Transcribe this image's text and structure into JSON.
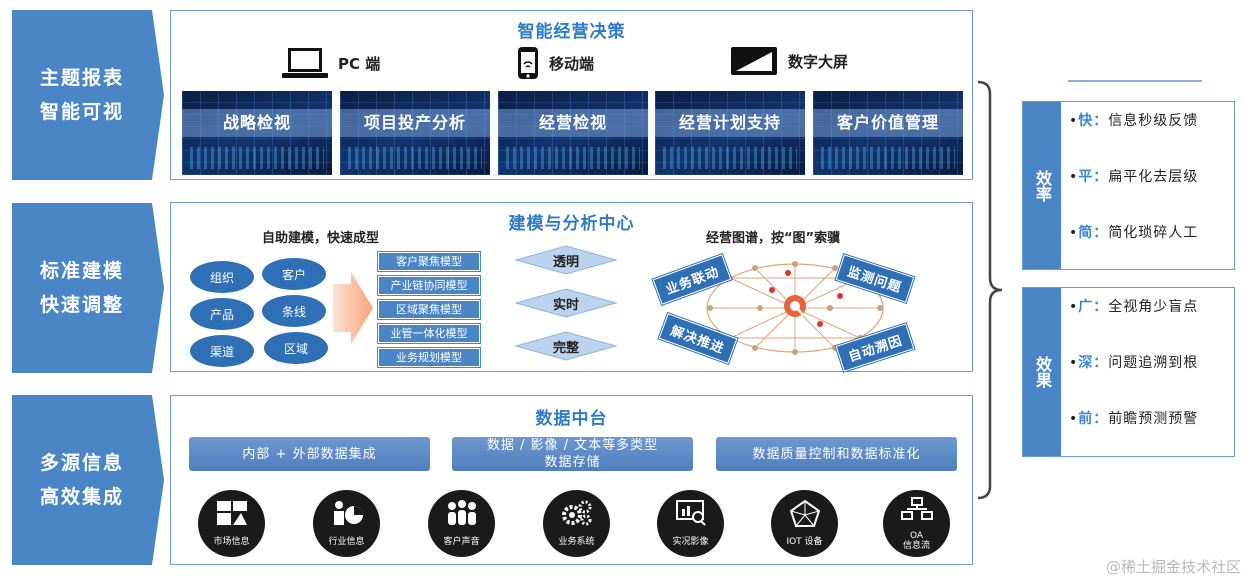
{
  "left_labels": [
    {
      "line1": "主题报表",
      "line2": "智能可视"
    },
    {
      "line1": "标准建模",
      "line2": "快速调整"
    },
    {
      "line1": "多源信息",
      "line2": "高效集成"
    }
  ],
  "top": {
    "title": "智能经营决策",
    "devices": [
      {
        "icon": "laptop-icon",
        "label": "PC 端"
      },
      {
        "icon": "smartphone-icon",
        "label": "移动端"
      },
      {
        "icon": "large-screen-icon",
        "label": "数字大屏"
      }
    ],
    "screens": [
      "战略检视",
      "项目投产分析",
      "经营检视",
      "经营计划支持",
      "客户价值管理"
    ]
  },
  "middle": {
    "title": "建模与分析中心",
    "self_modeling_title": "自助建模，快速成型",
    "dimensions": [
      "组织",
      "客户",
      "产品",
      "条线",
      "渠道",
      "区域"
    ],
    "models": [
      "客户聚焦模型",
      "产业链协同模型",
      "区域聚焦模型",
      "业管一体化模型",
      "业务规划模型"
    ],
    "attributes": [
      "透明",
      "实时",
      "完整"
    ],
    "graph_title": "经营图谱，按“图”索骥",
    "graph_tags": [
      "业务联动",
      "监测问题",
      "解决推进",
      "自动溯因"
    ]
  },
  "bottom": {
    "title": "数据中台",
    "bars": [
      {
        "line1": "内部 + 外部数据集成",
        "line2": ""
      },
      {
        "line1": "数据 / 影像 / 文本等多类型",
        "line2": "数据存储"
      },
      {
        "line1": "数据质量控制和数据标准化",
        "line2": ""
      }
    ],
    "sources": [
      {
        "icon": "market-icon",
        "label": "市场信息"
      },
      {
        "icon": "industry-chart-icon",
        "label": "行业信息"
      },
      {
        "icon": "customer-group-icon",
        "label": "客户声音"
      },
      {
        "icon": "gears-icon",
        "label": "业务系统"
      },
      {
        "icon": "monitor-search-icon",
        "label": "实况影像"
      },
      {
        "icon": "iot-icon",
        "label": "IOT 设备"
      },
      {
        "icon": "flow-chart-icon",
        "label": "OA\n信息流"
      }
    ]
  },
  "right": {
    "divider": "",
    "efficiency": {
      "label": "效率",
      "items": [
        {
          "key": "快：",
          "text": "信息秒级反馈"
        },
        {
          "key": "平：",
          "text": "扁平化去层级"
        },
        {
          "key": "简：",
          "text": "简化琐碎人工"
        }
      ]
    },
    "effect": {
      "label": "效果",
      "items": [
        {
          "key": "广：",
          "text": "全视角少盲点"
        },
        {
          "key": "深：",
          "text": "问题追溯到根"
        },
        {
          "key": "前：",
          "text": "前瞻预测预警"
        }
      ]
    }
  },
  "watermark": "@稀土掘金技术社区",
  "colors": {
    "accent": "#4a86c6",
    "title": "#2f7bc8",
    "dark_blue": "#2e6fb5",
    "panel_border": "#6d9acb"
  }
}
